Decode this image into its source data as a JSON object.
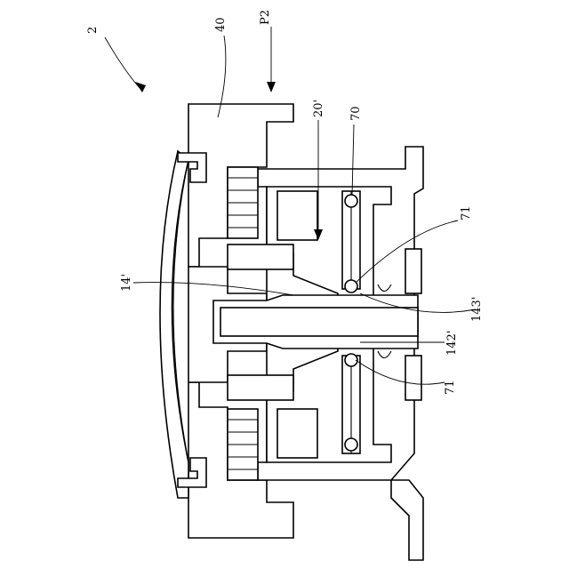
{
  "figure": {
    "colors": {
      "ink": "#000000",
      "paper": "#ffffff"
    },
    "labels": {
      "assembly": "2",
      "cap": "40",
      "plane": "P2",
      "member": "20'",
      "spring": "70",
      "ball_top": "71",
      "shaft": "14'",
      "groove_a": "143'",
      "groove_b": "142'",
      "ball_bottom": "71"
    }
  }
}
